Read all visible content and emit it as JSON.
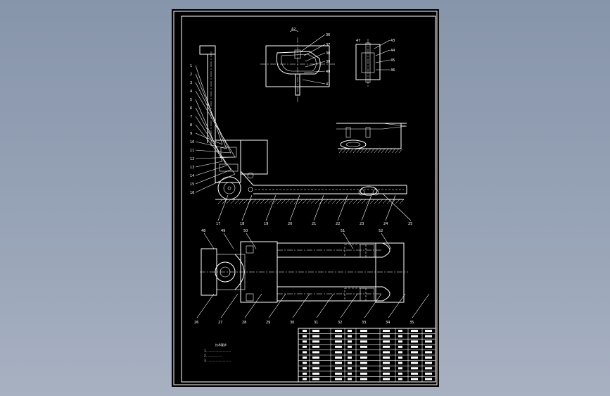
{
  "sheet": {
    "background": "#000000",
    "line_color": "#ffffff",
    "frame_color": "#ffffff"
  },
  "views": {
    "top_view": {
      "part_labels": [
        "1",
        "2",
        "3",
        "4",
        "5",
        "6",
        "7",
        "8",
        "9",
        "10",
        "11",
        "12",
        "13",
        "14",
        "15",
        "16"
      ],
      "bottom_labels": [
        "17",
        "18",
        "19",
        "20",
        "21",
        "22",
        "23",
        "24"
      ],
      "side_labels": [
        "25"
      ]
    },
    "detail_a": {
      "labels": [
        "36",
        "37",
        "38",
        "39",
        "40",
        "41",
        "42"
      ]
    },
    "detail_b": {
      "labels": [
        "43",
        "44",
        "45",
        "46",
        "47"
      ]
    },
    "plan_view": {
      "top_labels": [
        "48",
        "49",
        "50",
        "51",
        "52"
      ],
      "bottom_labels": [
        "26",
        "27",
        "28",
        "29",
        "30",
        "31",
        "32",
        "33",
        "34",
        "35"
      ]
    }
  },
  "notes": {
    "lines": [
      "技术要求",
      "1. ..........................",
      "2. ................",
      "3. .........................."
    ]
  }
}
